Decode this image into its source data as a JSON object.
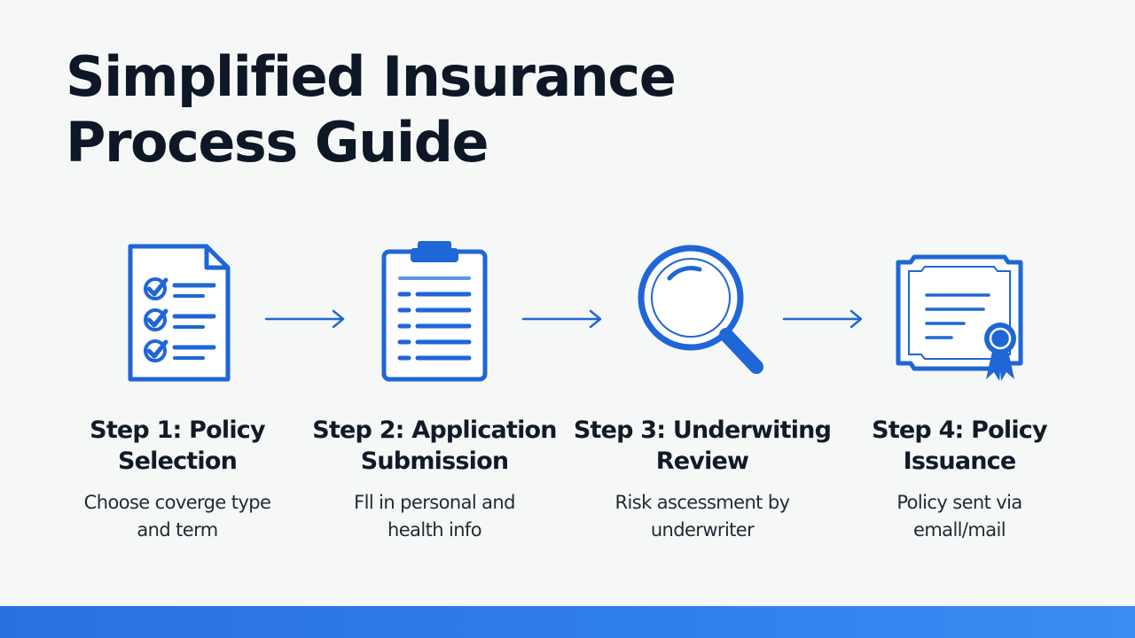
{
  "title": {
    "line1": "Simplified Insurance",
    "line2": "Process Guide"
  },
  "colors": {
    "accent": "#1f66d6",
    "bar": "#2f80ed",
    "text": "#0e1726",
    "background": "#f6f8f7"
  },
  "steps": [
    {
      "icon": "checklist-document-icon",
      "title_line1": "Step 1: Policy",
      "title_line2": "Selection",
      "desc_line1": "Choose coverge type",
      "desc_line2": "and term"
    },
    {
      "icon": "clipboard-icon",
      "title_line1": "Step 2: Application",
      "title_line2": "Submission",
      "desc_line1": "Fll in personal and",
      "desc_line2": "health info"
    },
    {
      "icon": "magnifying-glass-icon",
      "title_line1": "Step 3: Underwiting",
      "title_line2": "Review",
      "desc_line1": "Risk ascessment by",
      "desc_line2": "underwriter"
    },
    {
      "icon": "certificate-icon",
      "title_line1": "Step 4: Policy",
      "title_line2": "Issuance",
      "desc_line1": "Policy sent via",
      "desc_line2": "emall/mail"
    }
  ]
}
